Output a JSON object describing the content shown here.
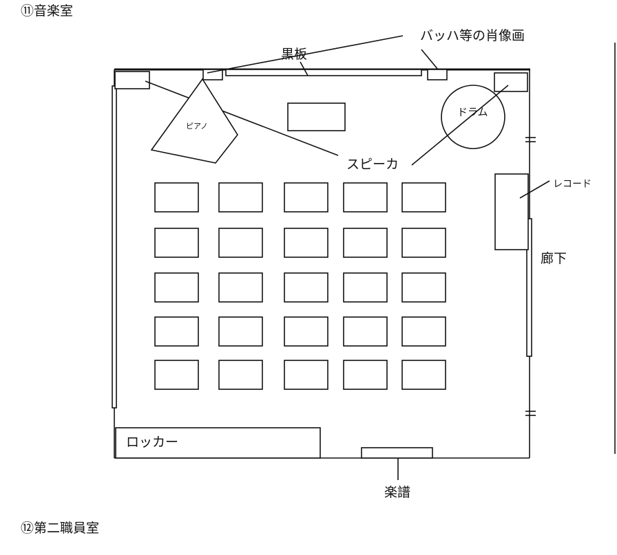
{
  "section_11_title": "⑪音楽室",
  "section_12_title": "⑫第二職員室",
  "labels": {
    "blackboard": "黒板",
    "portraits": "バッハ等の肖像画",
    "piano": "ピアノ",
    "drums": "ドラム",
    "speakers": "スピーカ",
    "records": "レコード",
    "corridor": "廊下",
    "lockers": "ロッカー",
    "sheet_music": "楽譜"
  },
  "desks": {
    "rows": 5,
    "columns": 5
  }
}
